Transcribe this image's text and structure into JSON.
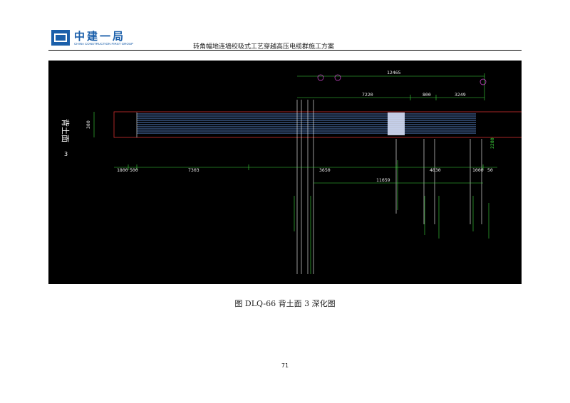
{
  "header": {
    "logo_cn": "中建一局",
    "logo_en": "CHINA CONSTRUCTION FIRST GROUP",
    "doc_title": "转角幅地连墙绞吸式工艺穿越高压电缆群施工方案"
  },
  "drawing": {
    "side_label": "背土面",
    "side_mark": "3",
    "dims_top": [
      "12465",
      "7220",
      "800",
      "3249"
    ],
    "dims_mid": [
      "1800",
      "500",
      "7303",
      "3650",
      "4830",
      "1000",
      "50"
    ],
    "dim_total": "11659",
    "dim_height": "380",
    "dim_right": "2280"
  },
  "caption": "图 DLQ-66 背土面 3 深化图",
  "page_number": "71",
  "colors": {
    "brand": "#1b5faa",
    "cad_bg": "#000000",
    "cad_green": "#3fdc3f",
    "cad_magenta": "#d94cd9",
    "cad_blue": "#6fa8ff",
    "cad_red": "#d23030"
  }
}
